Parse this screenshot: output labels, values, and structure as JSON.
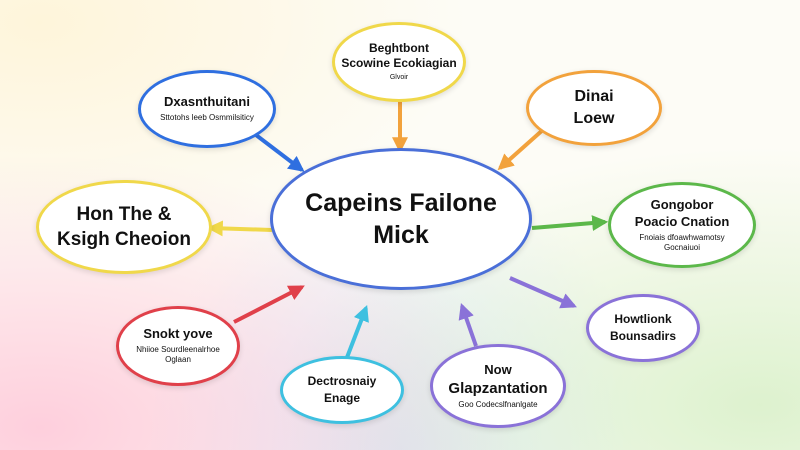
{
  "colors": {
    "center": "#4a6fd8",
    "yellow": "#f0d84a",
    "orange": "#f2a23c",
    "green": "#5cb84a",
    "purple": "#8a72d8",
    "cyan": "#3ec0e0",
    "red": "#e0404a",
    "blue": "#2f6fe0"
  },
  "center": {
    "line1": "Capeins Failone",
    "line2": "Mick"
  },
  "nodes": {
    "top": {
      "title": "Beghtbont",
      "subtitle": "Scowine Ecokiagian",
      "note": "Glvoir"
    },
    "top_left": {
      "title": "Dxasnthuitani",
      "subtitle": "Sttotohs leeb Osmmilsiticy"
    },
    "top_right": {
      "title": "Dinai",
      "subtitle": "Loew"
    },
    "left": {
      "title": "Hon The &",
      "subtitle": "Ksigh Cheoion"
    },
    "right": {
      "title": "Gongobor",
      "subtitle": "Poacio Cnation",
      "note1": "Fnoiais dfoawhwamotsy",
      "note2": "Gocnaiuoi"
    },
    "bottom_left": {
      "title": "Snokt yove",
      "subtitle": "Nhiioe Sourdleenalrhoe",
      "note": "Oglaan"
    },
    "bottom_center": {
      "title": "Dectrosnaiy",
      "subtitle": "Enage"
    },
    "bottom_right_center": {
      "title": "Now",
      "subtitle": "Glapzantation",
      "note": "Goo Codecslfnanlgate"
    },
    "right_lower": {
      "title": "Howtlionk",
      "subtitle": "Bounsadirs"
    }
  }
}
